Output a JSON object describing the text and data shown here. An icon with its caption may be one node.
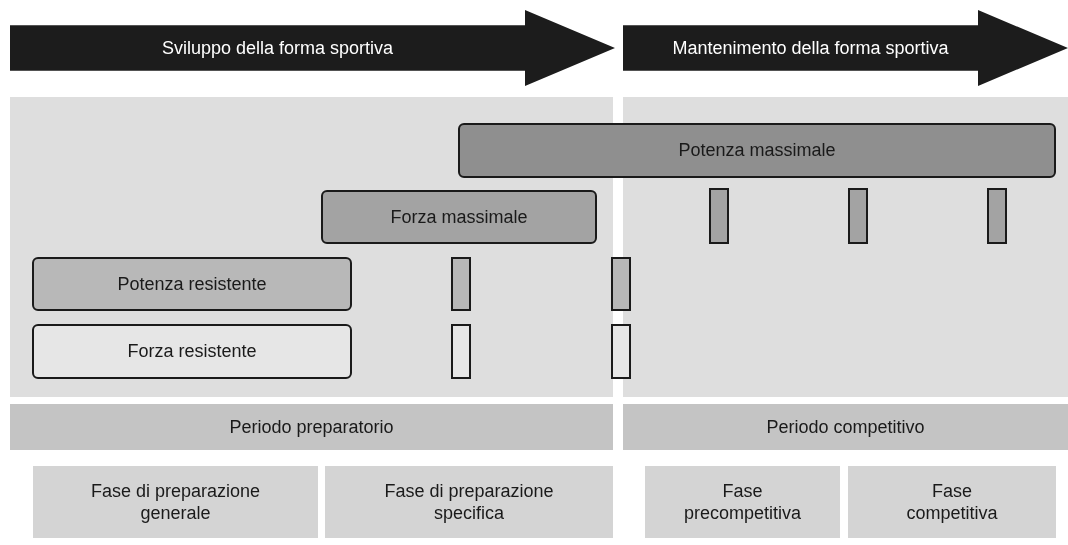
{
  "diagram": {
    "nodes": [
      {
        "text": [
          "Sviluppo della forma sportiva"
        ]
      },
      {
        "text": [
          "Mantenimento della forma sportiva"
        ]
      },
      {
        "text": [
          "Potenza massimale"
        ]
      },
      {
        "text": [
          "Forza massimale"
        ]
      },
      {
        "text": [],
        "shape": "bar"
      },
      {
        "text": [],
        "shape": "bar"
      },
      {
        "text": [],
        "shape": "bar"
      },
      {
        "text": [
          "Potenza resistente"
        ]
      },
      {
        "text": [],
        "shape": "bar"
      },
      {
        "text": [],
        "shape": "bar"
      },
      {
        "text": [
          "Forza resistente"
        ]
      },
      {
        "text": [],
        "shape": "bar"
      },
      {
        "text": [],
        "shape": "bar"
      },
      {
        "text": [
          "Periodo preparatorio"
        ]
      },
      {
        "text": [
          "Periodo competitivo"
        ]
      },
      {
        "text": [
          "Fase di preparazione generale"
        ]
      },
      {
        "text": [
          "Fase di preparazione specifica"
        ]
      },
      {
        "text": [
          "Fase precompetitiva"
        ]
      },
      {
        "text": [
          "Fase competitiva"
        ]
      }
    ]
  }
}
